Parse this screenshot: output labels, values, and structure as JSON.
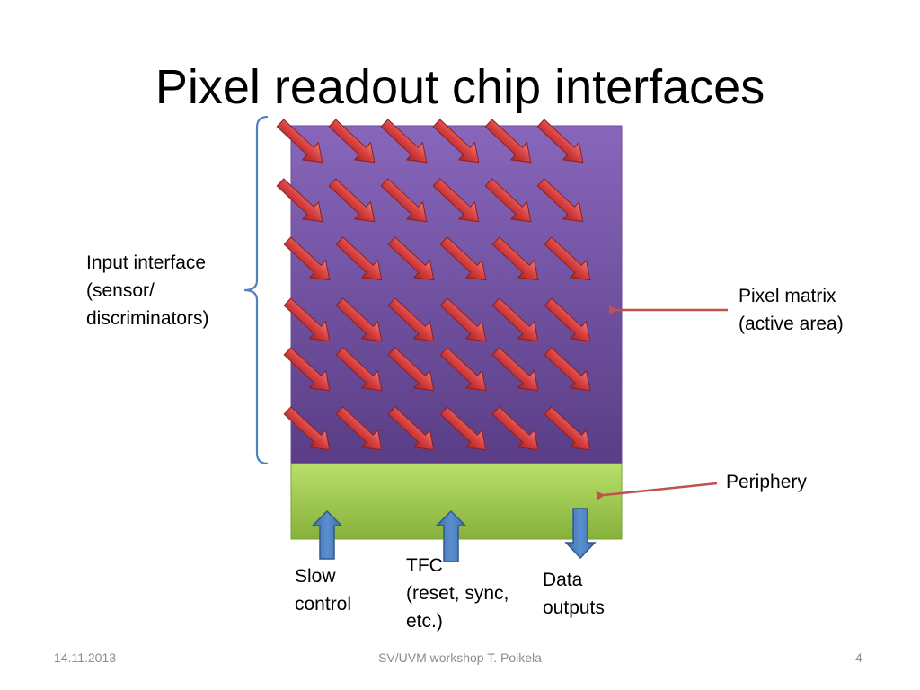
{
  "slide": {
    "title": "Pixel readout chip interfaces"
  },
  "labels": {
    "input_interface": [
      "Input interface",
      "(sensor/",
      "discriminators)"
    ],
    "pixel_matrix": [
      "Pixel matrix",
      "(active area)"
    ],
    "periphery": [
      "Periphery"
    ],
    "slow_control": [
      "Slow",
      "control"
    ],
    "tfc": [
      "TFC",
      "(reset, sync,",
      "etc.)"
    ],
    "data_outputs": [
      "Data",
      "outputs"
    ]
  },
  "footer": {
    "date": "14.11.2013",
    "center": "SV/UVM workshop T. Poikela",
    "page": "4"
  },
  "colors": {
    "matrix_top": "#8866bb",
    "matrix_bottom": "#5a3d86",
    "periphery_top": "#b3dd62",
    "periphery_bottom": "#86b13a",
    "pixel_arrow": "#d63f3f",
    "io_arrow": "#4f81bd",
    "pointer": "#c0504d",
    "brace": "#4f81bd"
  }
}
